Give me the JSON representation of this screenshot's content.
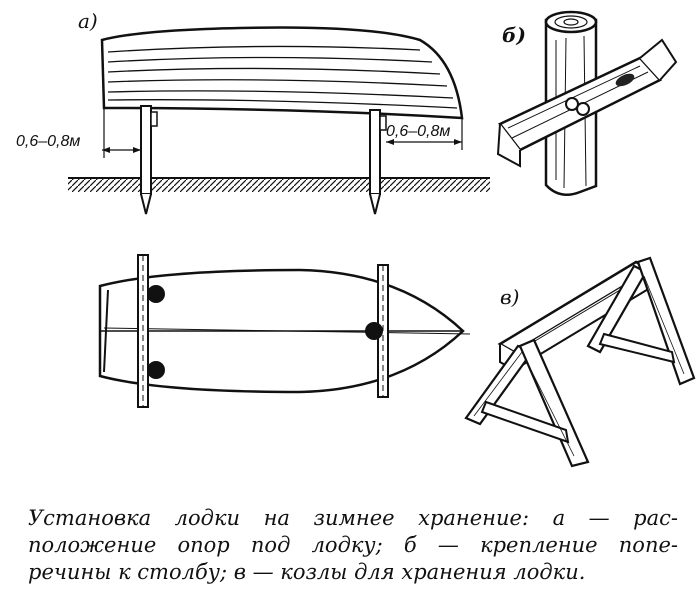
{
  "figure": {
    "label_a": "а)",
    "label_b": "б)",
    "label_c": "в)",
    "dim_left": "0,6–0,8м",
    "dim_right": "0,6–0,8м"
  },
  "caption": {
    "line1": "Установка лодки на зимнее хранение: а — рас-",
    "line2": "положение опор под лодку; б — крепление попе-",
    "line3": "речины к столбу; в — козлы для хранения лодки."
  }
}
